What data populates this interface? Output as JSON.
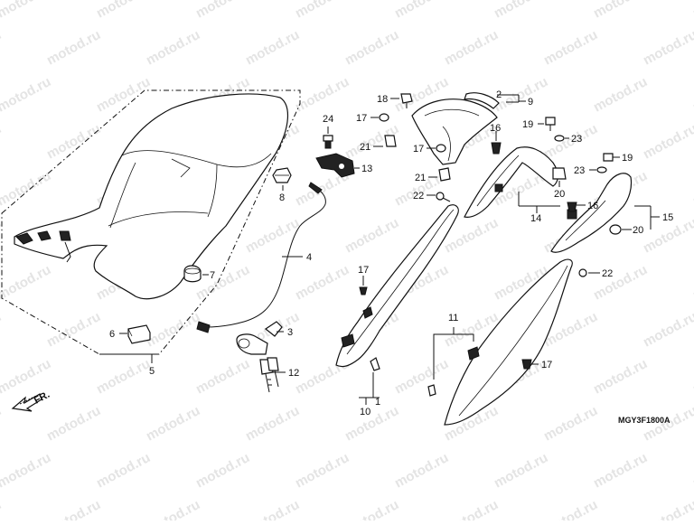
{
  "watermark": "motod.ru",
  "diagram_code": "MGY3F1800A",
  "front_arrow": "FR.",
  "callouts": [
    "1",
    "2",
    "3",
    "4",
    "5",
    "6",
    "7",
    "8",
    "9",
    "10",
    "11",
    "12",
    "13",
    "14",
    "15",
    "16",
    "17",
    "18",
    "19",
    "20",
    "21",
    "22",
    "23",
    "24"
  ],
  "callout_extra": {
    "n16b": "16",
    "n17a": "17",
    "n17b": "17",
    "n17c": "17",
    "n17d": "17",
    "n19b": "19",
    "n20b": "20",
    "n21b": "21",
    "n22b": "22",
    "n23b": "23"
  }
}
